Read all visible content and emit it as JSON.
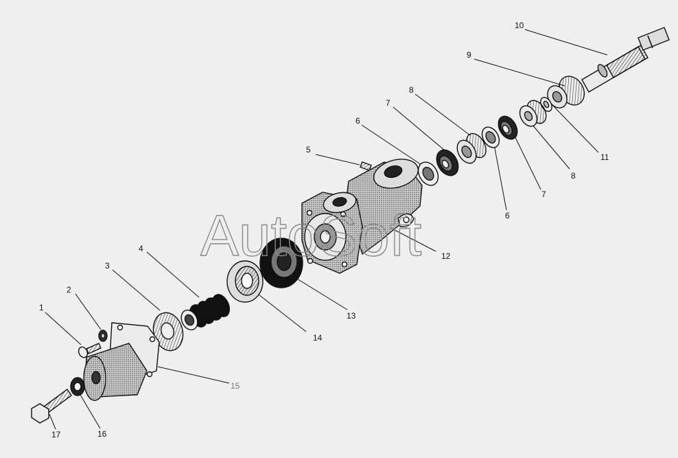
{
  "watermark": "AutoSoft",
  "parts": [
    {
      "id": "p1",
      "label": "1"
    },
    {
      "id": "p2",
      "label": "2"
    },
    {
      "id": "p3",
      "label": "3"
    },
    {
      "id": "p4",
      "label": "4"
    },
    {
      "id": "p5",
      "label": "5"
    },
    {
      "id": "p6a",
      "label": "6"
    },
    {
      "id": "p6b",
      "label": "6"
    },
    {
      "id": "p7a",
      "label": "7"
    },
    {
      "id": "p7b",
      "label": "7"
    },
    {
      "id": "p8a",
      "label": "8"
    },
    {
      "id": "p8b",
      "label": "8"
    },
    {
      "id": "p9",
      "label": "9"
    },
    {
      "id": "p10",
      "label": "10"
    },
    {
      "id": "p11",
      "label": "11"
    },
    {
      "id": "p12",
      "label": "12"
    },
    {
      "id": "p13",
      "label": "13"
    },
    {
      "id": "p14",
      "label": "14"
    },
    {
      "id": "p15",
      "label": "15"
    },
    {
      "id": "p16",
      "label": "16"
    },
    {
      "id": "p17",
      "label": "17"
    }
  ]
}
